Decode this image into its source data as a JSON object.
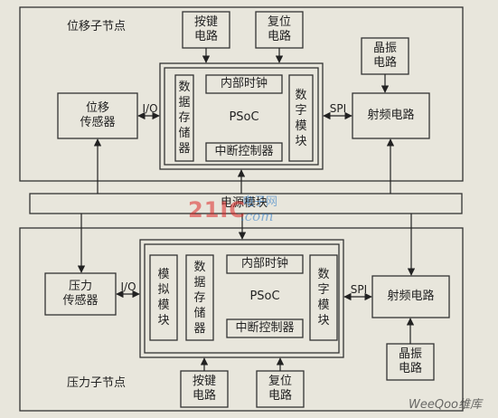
{
  "top_node": {
    "title": "位移子节点",
    "key_circuit": "按键\n电路",
    "reset_circuit": "复位\n电路",
    "crystal": "晶振\n电路",
    "sensor": "位移\n传感器",
    "io": "I/O",
    "spi": "SPI",
    "rf": "射频电路",
    "psoc": {
      "name": "PSoC",
      "data_storage": "数\n据\n存\n储\n器",
      "internal_clock": "内部时钟",
      "interrupt_controller": "中断控制器",
      "digital_module": "数\n字\n模\n块"
    }
  },
  "power": {
    "label": "电源模块"
  },
  "bottom_node": {
    "title": "压力子节点",
    "sensor": "压力\n传感器",
    "io": "I/O",
    "spi": "SPI",
    "rf": "射频电路",
    "crystal": "晶振\n电路",
    "key_circuit": "按键\n电路",
    "reset_circuit": "复位\n电路",
    "psoc": {
      "name": "PSoC",
      "analog_module": "模\n拟\n模\n块",
      "data_storage": "数\n据\n存\n储\n器",
      "internal_clock": "内部时钟",
      "interrupt_controller": "中断控制器",
      "digital_module": "数\n字\n模\n块"
    }
  },
  "watermarks": {
    "site_number": "21IC",
    "site_cn": "电子网",
    "site_domain": ".com",
    "corner": "WeeQoo维库"
  }
}
